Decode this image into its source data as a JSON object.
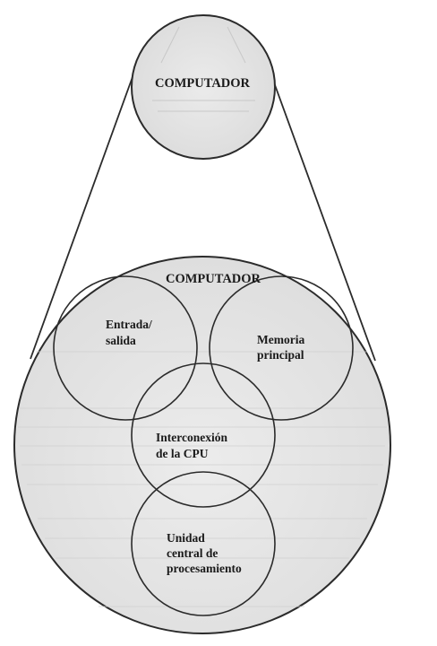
{
  "small_circle": {
    "title": "COMPUTADOR"
  },
  "big_circle": {
    "title": "COMPUTADOR"
  },
  "components": {
    "io": [
      "Entrada/",
      "salida"
    ],
    "memory": [
      "Memoria",
      "principal"
    ],
    "interconnect": [
      "Interconexión",
      "de la CPU"
    ],
    "cpu": [
      "Unidad",
      "central de",
      "procesamiento"
    ]
  },
  "colors": {
    "stroke": "#2b2b2b",
    "background_texture": "#e2e2e2",
    "text": "#1a1a1a"
  }
}
